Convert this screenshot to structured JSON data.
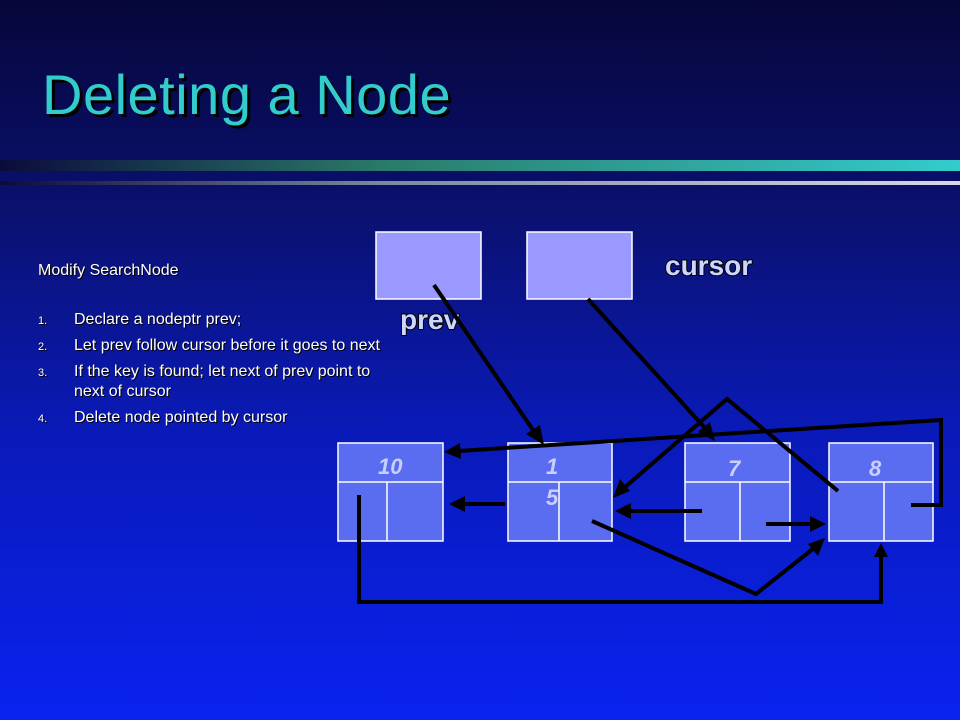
{
  "slide": {
    "title": "Deleting a Node",
    "intro": "Modify SearchNode",
    "steps": [
      {
        "num": "1.",
        "text": "Declare a nodeptr prev;"
      },
      {
        "num": "2.",
        "text": "Let prev follow cursor before it goes to next"
      },
      {
        "num": "3.",
        "text": "If the key is found; let next of prev point to next of cursor"
      },
      {
        "num": "4.",
        "text": "Delete node pointed by cursor"
      }
    ]
  },
  "diagram": {
    "pointer_labels": {
      "prev": "prev",
      "cursor": "cursor"
    },
    "nodes": [
      {
        "value": "10"
      },
      {
        "value_line1": "1",
        "value_line2": "5"
      },
      {
        "value": "7"
      },
      {
        "value": "8"
      }
    ]
  }
}
